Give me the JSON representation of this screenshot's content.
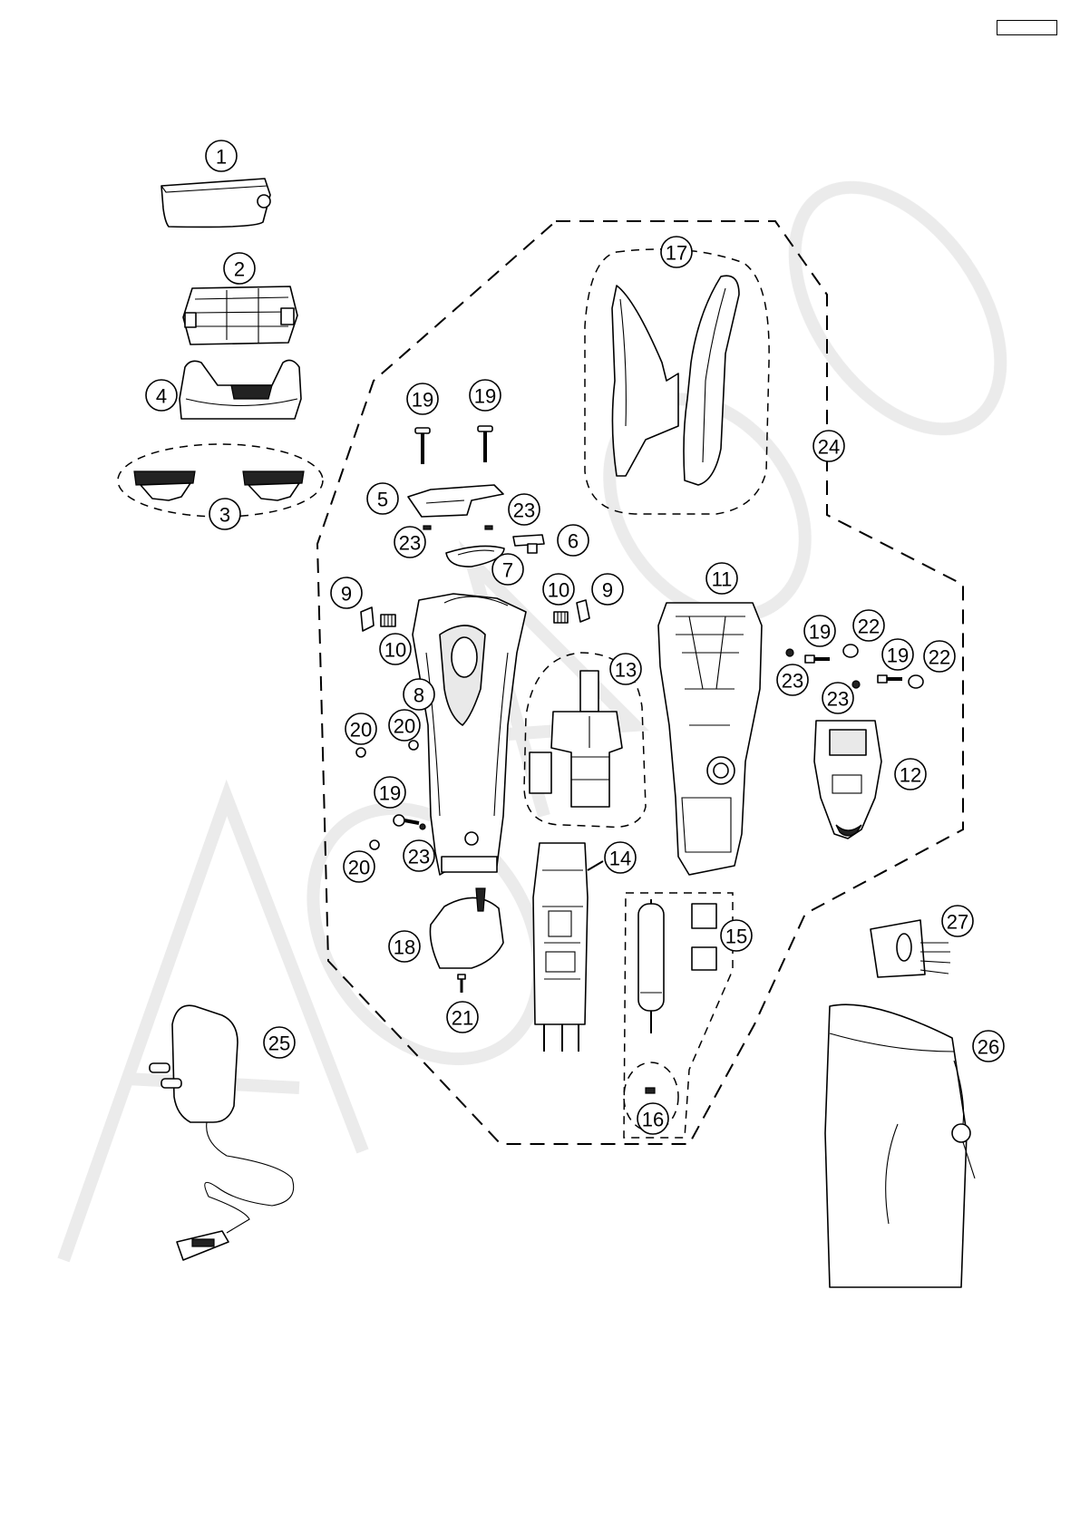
{
  "diagram": {
    "callouts": [
      {
        "id": "c1",
        "label": "1"
      },
      {
        "id": "c2",
        "label": "2"
      },
      {
        "id": "c4",
        "label": "4"
      },
      {
        "id": "c3",
        "label": "3"
      },
      {
        "id": "c17",
        "label": "17"
      },
      {
        "id": "c19a",
        "label": "19"
      },
      {
        "id": "c19b",
        "label": "19"
      },
      {
        "id": "c24",
        "label": "24"
      },
      {
        "id": "c5",
        "label": "5"
      },
      {
        "id": "c23a",
        "label": "23"
      },
      {
        "id": "c23b",
        "label": "23"
      },
      {
        "id": "c6",
        "label": "6"
      },
      {
        "id": "c7",
        "label": "7"
      },
      {
        "id": "c9a",
        "label": "9"
      },
      {
        "id": "c10a",
        "label": "10"
      },
      {
        "id": "c9b",
        "label": "9"
      },
      {
        "id": "c11",
        "label": "11"
      },
      {
        "id": "c10b",
        "label": "10"
      },
      {
        "id": "c19c",
        "label": "19"
      },
      {
        "id": "c22a",
        "label": "22"
      },
      {
        "id": "c19d",
        "label": "19"
      },
      {
        "id": "c22b",
        "label": "22"
      },
      {
        "id": "c8",
        "label": "8"
      },
      {
        "id": "c13",
        "label": "13"
      },
      {
        "id": "c23c",
        "label": "23"
      },
      {
        "id": "c23d",
        "label": "23"
      },
      {
        "id": "c20a",
        "label": "20"
      },
      {
        "id": "c20b",
        "label": "20"
      },
      {
        "id": "c12",
        "label": "12"
      },
      {
        "id": "c19e",
        "label": "19"
      },
      {
        "id": "c23e",
        "label": "23"
      },
      {
        "id": "c20c",
        "label": "20"
      },
      {
        "id": "c14",
        "label": "14"
      },
      {
        "id": "c27",
        "label": "27"
      },
      {
        "id": "c15",
        "label": "15"
      },
      {
        "id": "c18",
        "label": "18"
      },
      {
        "id": "c21",
        "label": "21"
      },
      {
        "id": "c25",
        "label": "25"
      },
      {
        "id": "c26",
        "label": "26"
      },
      {
        "id": "c16",
        "label": "16"
      }
    ]
  }
}
